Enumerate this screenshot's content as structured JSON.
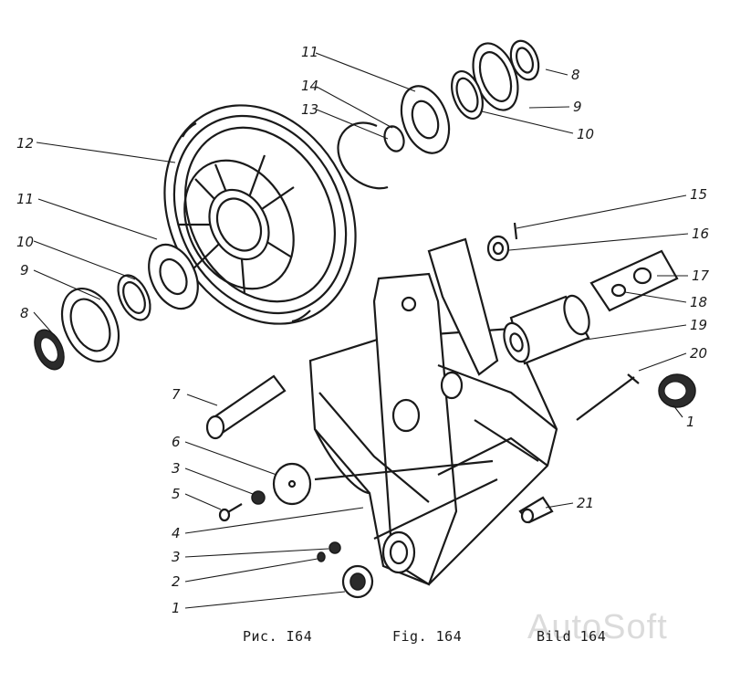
{
  "callouts": [
    {
      "id": "c11a",
      "text": "11"
    },
    {
      "id": "c14",
      "text": "14"
    },
    {
      "id": "c13",
      "text": "13"
    },
    {
      "id": "c12",
      "text": "12"
    },
    {
      "id": "c11b",
      "text": "11"
    },
    {
      "id": "c10a",
      "text": "10"
    },
    {
      "id": "c9a",
      "text": "9"
    },
    {
      "id": "c8a",
      "text": "8"
    },
    {
      "id": "c8b",
      "text": "8"
    },
    {
      "id": "c9b",
      "text": "9"
    },
    {
      "id": "c10b",
      "text": "10"
    },
    {
      "id": "c15",
      "text": "15"
    },
    {
      "id": "c16",
      "text": "16"
    },
    {
      "id": "c17",
      "text": "17"
    },
    {
      "id": "c18",
      "text": "18"
    },
    {
      "id": "c19",
      "text": "19"
    },
    {
      "id": "c20",
      "text": "20"
    },
    {
      "id": "c1a",
      "text": "1"
    },
    {
      "id": "c7",
      "text": "7"
    },
    {
      "id": "c6",
      "text": "6"
    },
    {
      "id": "c3a",
      "text": "3"
    },
    {
      "id": "c5",
      "text": "5"
    },
    {
      "id": "c4",
      "text": "4"
    },
    {
      "id": "c3b",
      "text": "3"
    },
    {
      "id": "c2",
      "text": "2"
    },
    {
      "id": "c1b",
      "text": "1"
    },
    {
      "id": "c21",
      "text": "21"
    }
  ],
  "captions": {
    "ru": "Рис. I64",
    "en": "Fig. 164",
    "de": "Bild 164"
  },
  "watermark": "AutoSoft"
}
